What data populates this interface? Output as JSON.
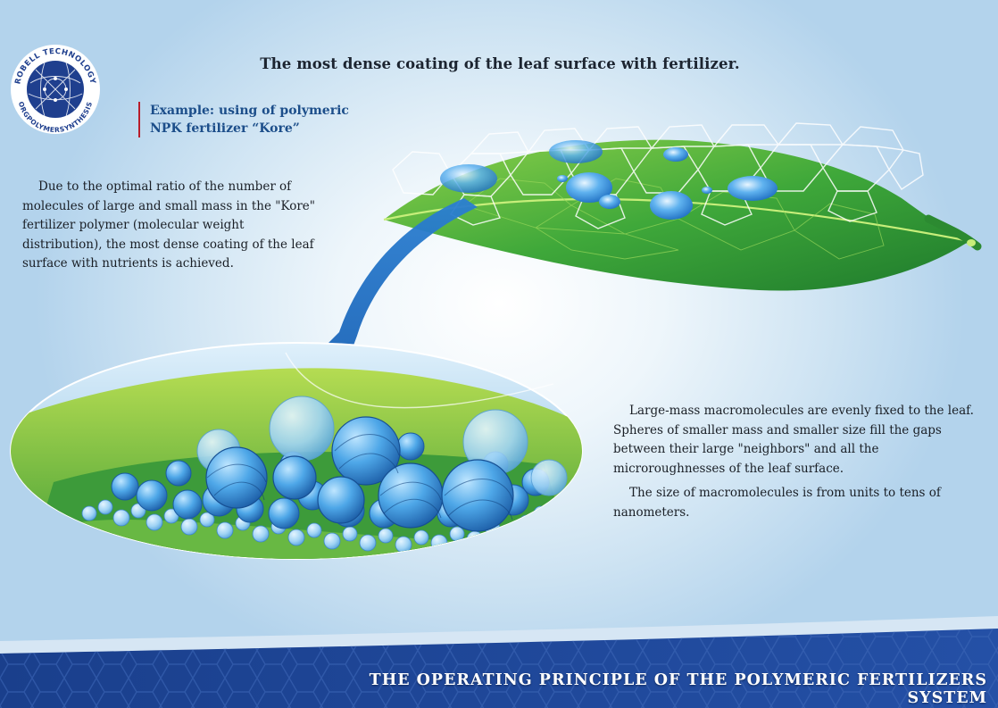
{
  "logo": {
    "top_text": "ROBELL TECHNOLOGY",
    "bottom_text": "ORGPOLYMERSYNTHESIS"
  },
  "title": "The most dense coating of the leaf surface with fertilizer.",
  "example": {
    "line1": "Example: using of polymeric",
    "line2": "NPK fertilizer “Kore”"
  },
  "left_paragraph": "Due to the optimal ratio of the number of molecules of large and small mass in the \"Kore\" fertilizer polymer (molecular weight distribution), the most dense coating of the leaf surface with nutrients is achieved.",
  "right_paragraph_1": "Large-mass macromolecules are evenly fixed to the leaf. Spheres of smaller mass and smaller size fill the gaps between their large \"neighbors\" and all the microroughnesses of the leaf surface.",
  "right_paragraph_2": "The size of macromolecules is from units to tens of nanometers.",
  "footer_title": "THE OPERATING PRINCIPLE OF THE POLYMERIC FERTILIZERS SYSTEM",
  "colors": {
    "accent_red": "#b81d2a",
    "example_blue": "#1c4e8a",
    "footer_blue": "#1f3f8e",
    "leaf_green": "#3ea53a",
    "drop_blue": "#2f86d6"
  }
}
